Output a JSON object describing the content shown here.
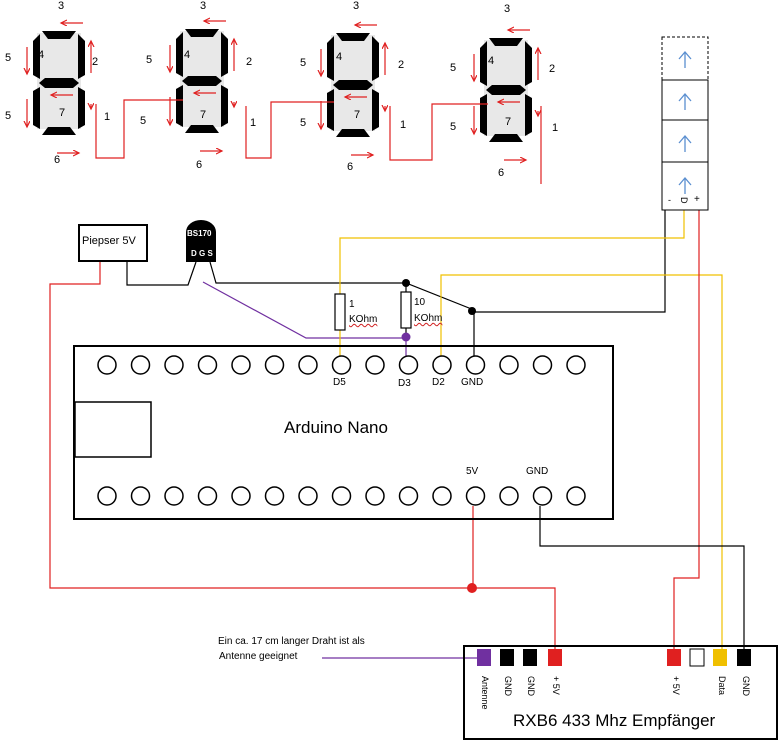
{
  "segment_numbers": [
    "1",
    "2",
    "3",
    "4",
    "5",
    "6",
    "7"
  ],
  "components": {
    "piezo_label": "Piepser 5V",
    "transistor_label": "BS170",
    "transistor_pins": "D G S",
    "resistor1_value": "1",
    "resistor1_unit": "KOhm",
    "resistor2_value": "10",
    "resistor2_unit": "KOhm",
    "sensor_pins": [
      "-",
      "D",
      "+"
    ]
  },
  "arduino": {
    "name": "Arduino Nano",
    "top_pin_labels": [
      "D5",
      "D3",
      "D2",
      "GND"
    ],
    "bottom_pin_labels": [
      "5V",
      "GND"
    ]
  },
  "receiver": {
    "name": "RXB6 433 Mhz Empfänger",
    "pin_labels": [
      "Antenne",
      "GND",
      "GND",
      "+ 5V",
      "+ 5V",
      "Data",
      "GND"
    ],
    "antenna_note_line1": "Ein ca. 17 cm langer Draht ist als",
    "antenna_note_line2": "Antenne  geeignet"
  },
  "colors": {
    "wire_red": "#e02020",
    "wire_yellow": "#f0c000",
    "wire_purple": "#7030a0",
    "wire_black": "#000000",
    "sensor_arrow": "#5b8fd0"
  }
}
